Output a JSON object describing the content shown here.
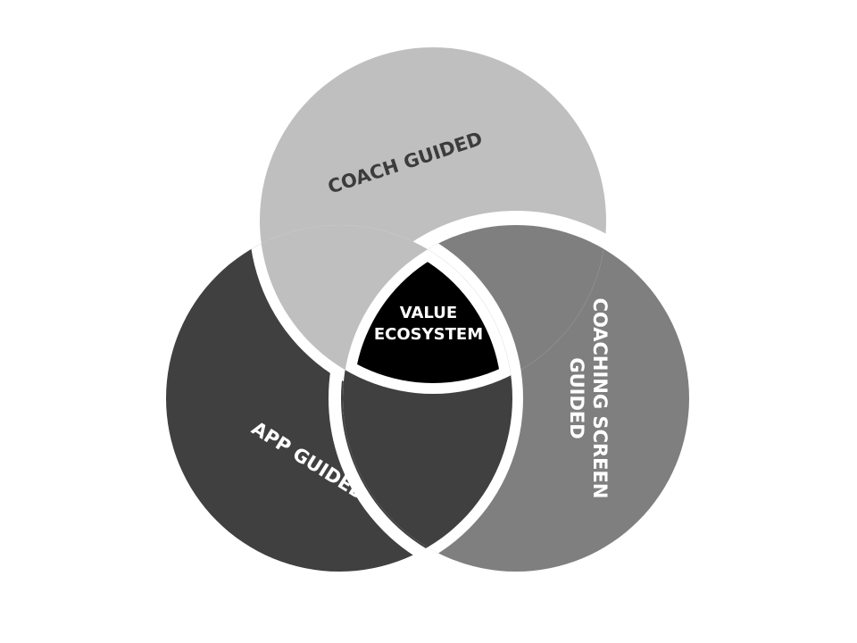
{
  "diagram": {
    "type": "three-segment interlocking circles",
    "segments": {
      "coach": {
        "label": "COACH GUIDED",
        "fill": "#bfbfbf",
        "text_color": "#3c3c3c"
      },
      "coaching_screen": {
        "label_line1": "COACHING SCREEN",
        "label_line2": "GUIDED",
        "fill": "#7f7f7f",
        "text_color": "#ffffff"
      },
      "app": {
        "label": "APP GUIDED",
        "fill": "#404040",
        "text_color": "#ffffff"
      }
    },
    "center": {
      "label_line1": "VALUE",
      "label_line2": "ECOSYSTEM",
      "fill": "#000000",
      "text_color": "#ffffff"
    },
    "separator_color": "#ffffff",
    "background": "#ffffff"
  }
}
